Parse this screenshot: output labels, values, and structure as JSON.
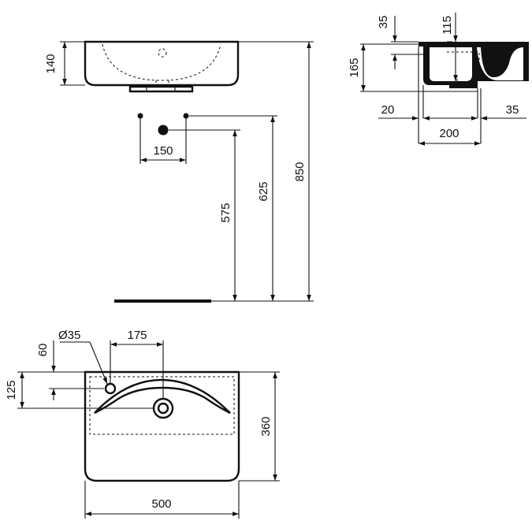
{
  "dimensions": {
    "front_height": "140",
    "tap_spacing": "150",
    "waste_height": "575",
    "fixing_height": "625",
    "rim_height": "850",
    "side_overflow": "35",
    "side_depth_inner": "115",
    "side_height": "165",
    "side_back_offset": "20",
    "side_front_offset": "35",
    "side_waste_distance": "200",
    "plan_tap_hole": "Ø35",
    "plan_tap_offset": "175",
    "plan_tap_depth": "60",
    "plan_waste_depth": "125",
    "plan_depth": "360",
    "plan_width": "500"
  }
}
